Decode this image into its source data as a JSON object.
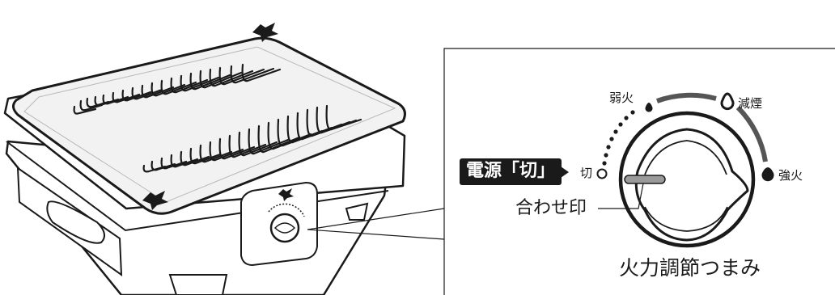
{
  "labels": {
    "weak_heat": "弱火",
    "smoke_reduction": "減煙",
    "strong_heat": "強火",
    "off": "切",
    "power_off_badge": "電源「切」",
    "alignment_mark": "合わせ印",
    "knob_caption": "火力調節つまみ"
  },
  "colors": {
    "ink": "#1a1a1a",
    "plate_fill": "#f2f2f2",
    "arc_gray": "#555555",
    "indicator_gray": "#9a9a9a"
  }
}
